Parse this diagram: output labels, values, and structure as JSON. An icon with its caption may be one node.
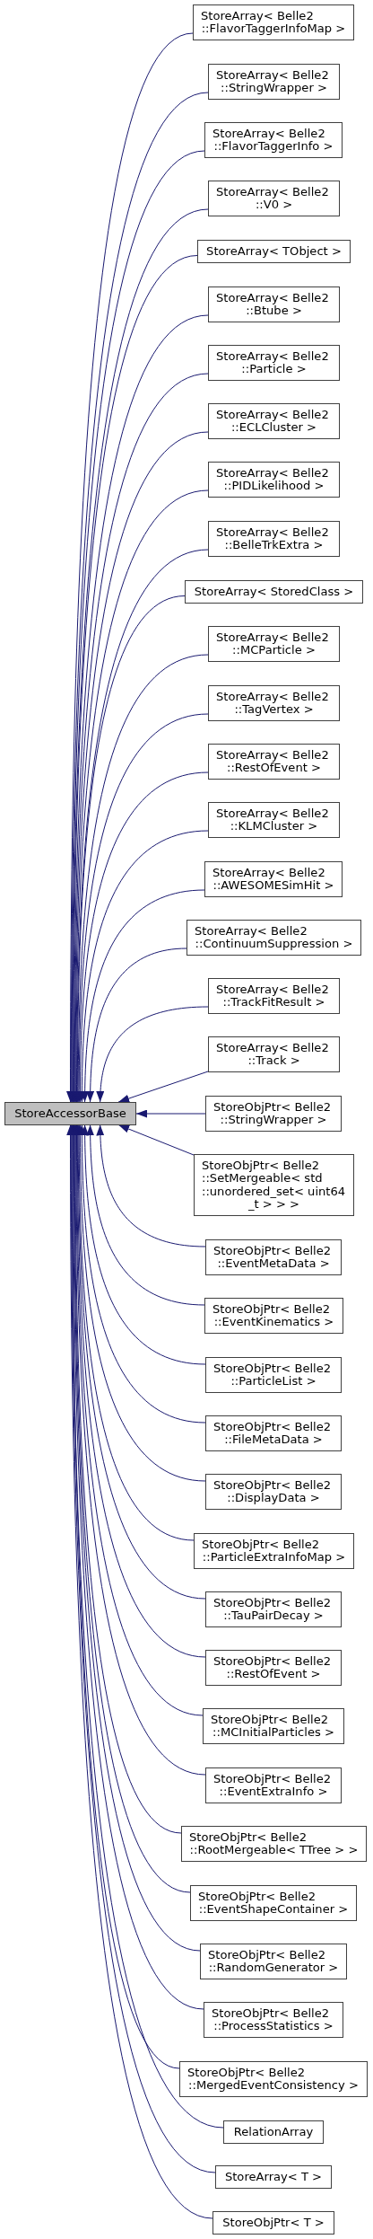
{
  "diagram": {
    "nodes": [
      {
        "text": [
          "StoreArray< Belle2 ::FlavorTaggerInfoMap >"
        ]
      },
      {
        "text": [
          "StoreArray< Belle2 ::StringWrapper >"
        ]
      },
      {
        "text": [
          "StoreArray< Belle2 ::FlavorTaggerInfo >"
        ]
      },
      {
        "text": [
          "StoreArray< Belle2 ::V0 >"
        ]
      },
      {
        "text": [
          "StoreArray< TObject >"
        ]
      },
      {
        "text": [
          "StoreArray< Belle2 ::Btube >"
        ]
      },
      {
        "text": [
          "StoreArray< Belle2 ::Particle >"
        ]
      },
      {
        "text": [
          "StoreArray< Belle2 ::ECLCluster >"
        ]
      },
      {
        "text": [
          "StoreArray< Belle2 ::PIDLikelihood >"
        ]
      },
      {
        "text": [
          "StoreArray< Belle2 ::BelleTrkExtra >"
        ]
      },
      {
        "text": [
          "StoreArray< StoredClass >"
        ]
      },
      {
        "text": [
          "StoreArray< Belle2 ::MCParticle >"
        ]
      },
      {
        "text": [
          "StoreArray< Belle2 ::TagVertex >"
        ]
      },
      {
        "text": [
          "StoreArray< Belle2 ::RestOfEvent >"
        ]
      },
      {
        "text": [
          "StoreArray< Belle2 ::KLMCluster >"
        ]
      },
      {
        "text": [
          "StoreArray< Belle2 ::AWESOMESimHit >"
        ]
      },
      {
        "text": [
          "StoreArray< Belle2 ::ContinuumSuppression >"
        ]
      },
      {
        "text": [
          "StoreArray< Belle2 ::TrackFitResult >"
        ]
      },
      {
        "text": [
          "StoreArray< Belle2 ::Track >"
        ]
      },
      {
        "text": [
          "StoreAccessorBase"
        ]
      },
      {
        "text": [
          "StoreObjPtr< Belle2 ::StringWrapper >"
        ]
      },
      {
        "text": [
          "StoreObjPtr< Belle2 ::SetMergeable< std ::unordered_set< uint64 _t > > >"
        ]
      },
      {
        "text": [
          "StoreObjPtr< Belle2 ::EventMetaData >"
        ]
      },
      {
        "text": [
          "StoreObjPtr< Belle2 ::EventKinematics >"
        ]
      },
      {
        "text": [
          "StoreObjPtr< Belle2 ::ParticleList >"
        ]
      },
      {
        "text": [
          "StoreObjPtr< Belle2 ::FileMetaData >"
        ]
      },
      {
        "text": [
          "StoreObjPtr< Belle2 ::DisplayData >"
        ]
      },
      {
        "text": [
          "StoreObjPtr< Belle2 ::ParticleExtraInfoMap >"
        ]
      },
      {
        "text": [
          "StoreObjPtr< Belle2 ::TauPairDecay >"
        ]
      },
      {
        "text": [
          "StoreObjPtr< Belle2 ::RestOfEvent >"
        ]
      },
      {
        "text": [
          "StoreObjPtr< Belle2 ::MCInitialParticles >"
        ]
      },
      {
        "text": [
          "StoreObjPtr< Belle2 ::EventExtraInfo >"
        ]
      },
      {
        "text": [
          "StoreObjPtr< Belle2 ::RootMergeable< TTree > >"
        ]
      },
      {
        "text": [
          "StoreObjPtr< Belle2 ::EventShapeContainer >"
        ]
      },
      {
        "text": [
          "StoreObjPtr< Belle2 ::RandomGenerator >"
        ]
      },
      {
        "text": [
          "StoreObjPtr< Belle2 ::ProcessStatistics >"
        ]
      },
      {
        "text": [
          "StoreObjPtr< Belle2 ::MergedEventConsistency >"
        ]
      },
      {
        "text": [
          "RelationArray"
        ]
      },
      {
        "text": [
          "StoreArray< T >"
        ]
      },
      {
        "text": [
          "StoreObjPtr< T >"
        ]
      }
    ],
    "edges": [
      {
        "from": 0,
        "to": 19,
        "arrow": "to"
      },
      {
        "from": 1,
        "to": 19,
        "arrow": "to"
      },
      {
        "from": 2,
        "to": 19,
        "arrow": "to"
      },
      {
        "from": 3,
        "to": 19,
        "arrow": "to"
      },
      {
        "from": 4,
        "to": 19,
        "arrow": "to"
      },
      {
        "from": 5,
        "to": 19,
        "arrow": "to"
      },
      {
        "from": 6,
        "to": 19,
        "arrow": "to"
      },
      {
        "from": 7,
        "to": 19,
        "arrow": "to"
      },
      {
        "from": 8,
        "to": 19,
        "arrow": "to"
      },
      {
        "from": 9,
        "to": 19,
        "arrow": "to"
      },
      {
        "from": 10,
        "to": 19,
        "arrow": "to"
      },
      {
        "from": 11,
        "to": 19,
        "arrow": "to"
      },
      {
        "from": 12,
        "to": 19,
        "arrow": "to"
      },
      {
        "from": 13,
        "to": 19,
        "arrow": "to"
      },
      {
        "from": 14,
        "to": 19,
        "arrow": "to"
      },
      {
        "from": 15,
        "to": 19,
        "arrow": "to"
      },
      {
        "from": 16,
        "to": 19,
        "arrow": "to"
      },
      {
        "from": 17,
        "to": 19,
        "arrow": "to"
      },
      {
        "from": 18,
        "to": 19,
        "arrow": "to"
      },
      {
        "from": 20,
        "to": 19,
        "arrow": "to"
      },
      {
        "from": 21,
        "to": 19,
        "arrow": "to"
      },
      {
        "from": 22,
        "to": 19,
        "arrow": "to"
      },
      {
        "from": 23,
        "to": 19,
        "arrow": "to"
      },
      {
        "from": 24,
        "to": 19,
        "arrow": "to"
      },
      {
        "from": 25,
        "to": 19,
        "arrow": "to"
      },
      {
        "from": 26,
        "to": 19,
        "arrow": "to"
      },
      {
        "from": 27,
        "to": 19,
        "arrow": "to"
      },
      {
        "from": 28,
        "to": 19,
        "arrow": "to"
      },
      {
        "from": 29,
        "to": 19,
        "arrow": "to"
      },
      {
        "from": 30,
        "to": 19,
        "arrow": "to"
      },
      {
        "from": 31,
        "to": 19,
        "arrow": "to"
      },
      {
        "from": 32,
        "to": 19,
        "arrow": "to"
      },
      {
        "from": 33,
        "to": 19,
        "arrow": "to"
      },
      {
        "from": 34,
        "to": 19,
        "arrow": "to"
      },
      {
        "from": 35,
        "to": 19,
        "arrow": "to"
      },
      {
        "from": 36,
        "to": 19,
        "arrow": "to"
      },
      {
        "from": 37,
        "to": 19,
        "arrow": "to"
      },
      {
        "from": 38,
        "to": 19,
        "arrow": "to"
      },
      {
        "from": 39,
        "to": 19,
        "arrow": "to"
      }
    ]
  }
}
